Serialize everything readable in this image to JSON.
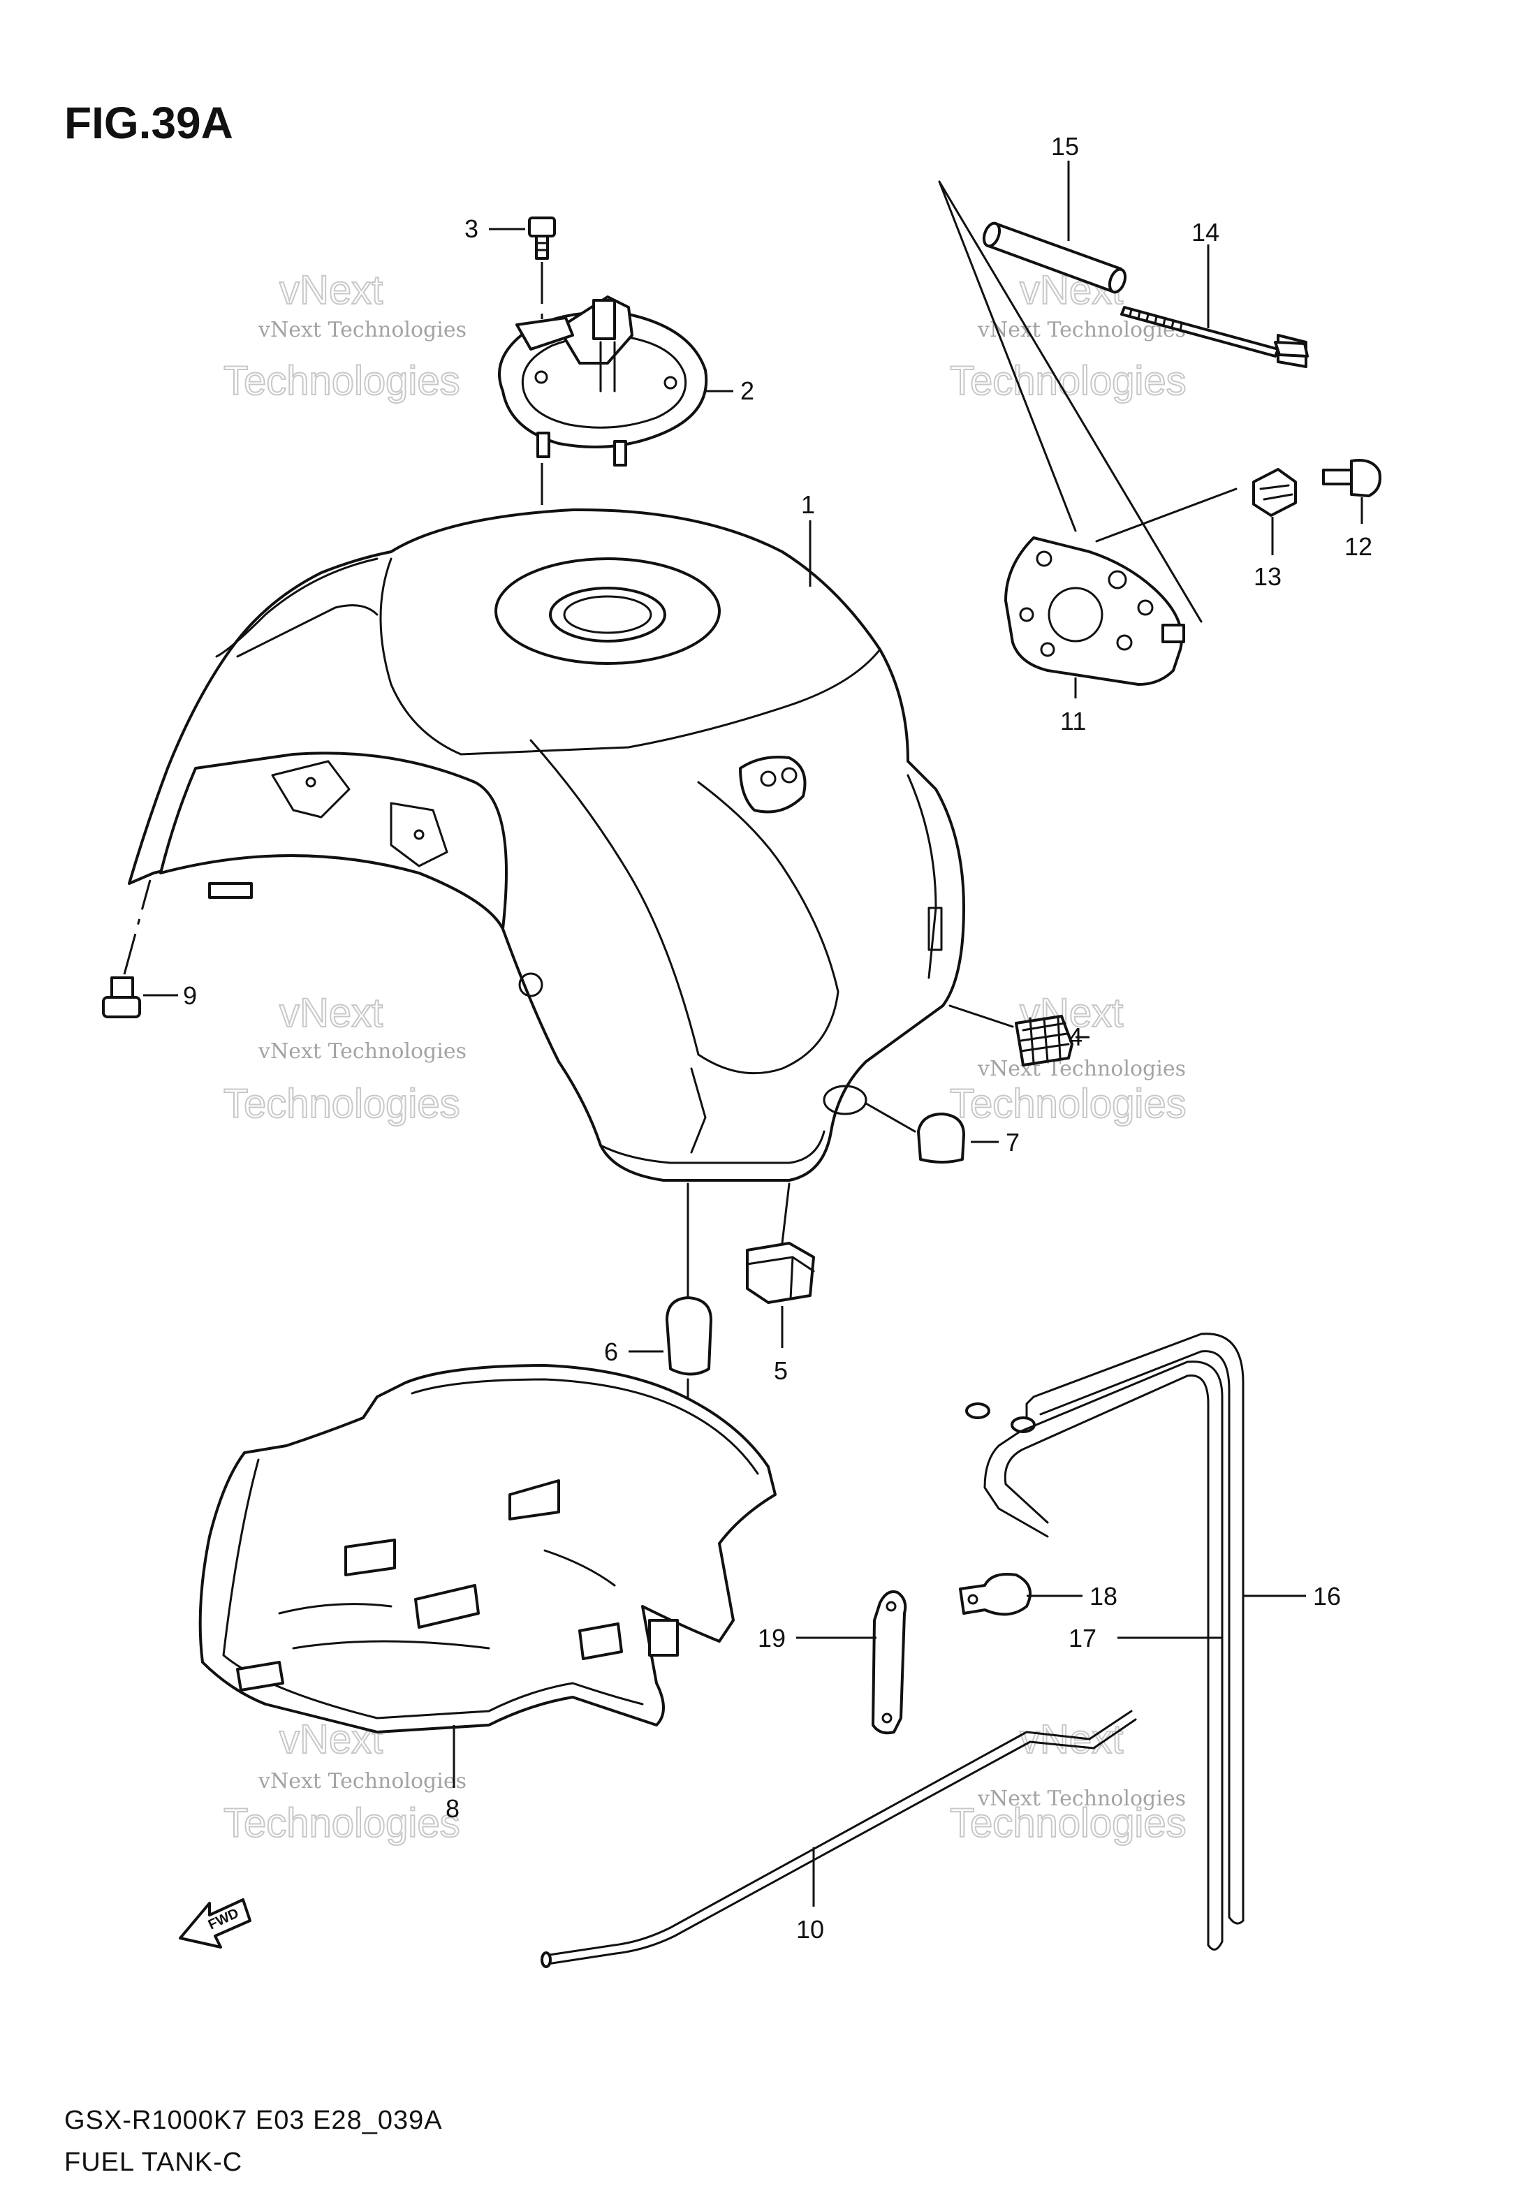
{
  "figure": {
    "title": "FIG.39A",
    "model_code": "GSX-R1000K7 E03 E28_039A",
    "section_name": "FUEL TANK-C"
  },
  "watermark": {
    "line1": "vNext Technologies",
    "line2": "vNext",
    "line3": "Technologies"
  },
  "direction_marker": {
    "label": "FWD"
  },
  "callouts": [
    {
      "id": "1",
      "label": "1"
    },
    {
      "id": "2",
      "label": "2"
    },
    {
      "id": "3",
      "label": "3"
    },
    {
      "id": "4",
      "label": "4"
    },
    {
      "id": "5",
      "label": "5"
    },
    {
      "id": "6",
      "label": "6"
    },
    {
      "id": "7",
      "label": "7"
    },
    {
      "id": "8",
      "label": "8"
    },
    {
      "id": "9",
      "label": "9"
    },
    {
      "id": "10",
      "label": "10"
    },
    {
      "id": "11",
      "label": "11"
    },
    {
      "id": "12",
      "label": "12"
    },
    {
      "id": "13",
      "label": "13"
    },
    {
      "id": "14",
      "label": "14"
    },
    {
      "id": "15",
      "label": "15"
    },
    {
      "id": "16",
      "label": "16"
    },
    {
      "id": "17",
      "label": "17"
    },
    {
      "id": "18",
      "label": "18"
    },
    {
      "id": "19",
      "label": "19"
    }
  ]
}
